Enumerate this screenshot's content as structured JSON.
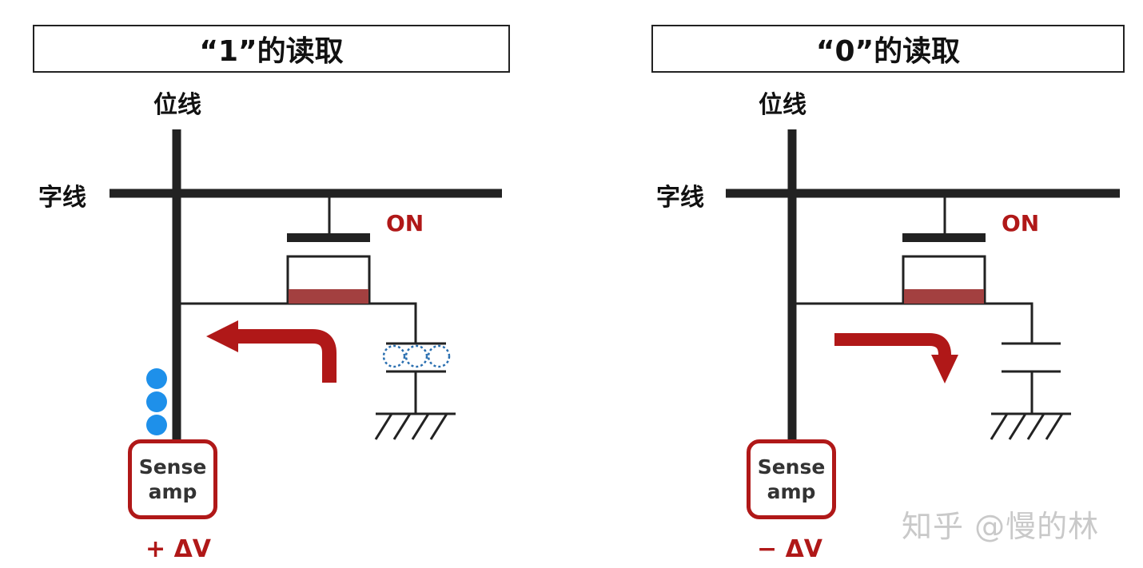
{
  "panels": [
    {
      "title": "“1”的读取",
      "bitline_label": "位线",
      "wordline_label": "字线",
      "transistor_state": "ON",
      "sense_amp": [
        "Sense",
        "amp"
      ],
      "delta_v": "+ ΔV",
      "charge_flow": "capacitor-to-bitline",
      "capacitor_charged": true
    },
    {
      "title": "“0”的读取",
      "bitline_label": "位线",
      "wordline_label": "字线",
      "transistor_state": "ON",
      "sense_amp": [
        "Sense",
        "amp"
      ],
      "delta_v": "− ΔV",
      "charge_flow": "bitline-to-capacitor",
      "capacitor_charged": false
    }
  ],
  "watermark": "知乎 @慢的林",
  "colors": {
    "wire": "#222222",
    "accent_red": "#b01818",
    "channel": "#a34040",
    "charge_blue": "#1e90ea",
    "charge_outline": "#2a6fb0"
  }
}
